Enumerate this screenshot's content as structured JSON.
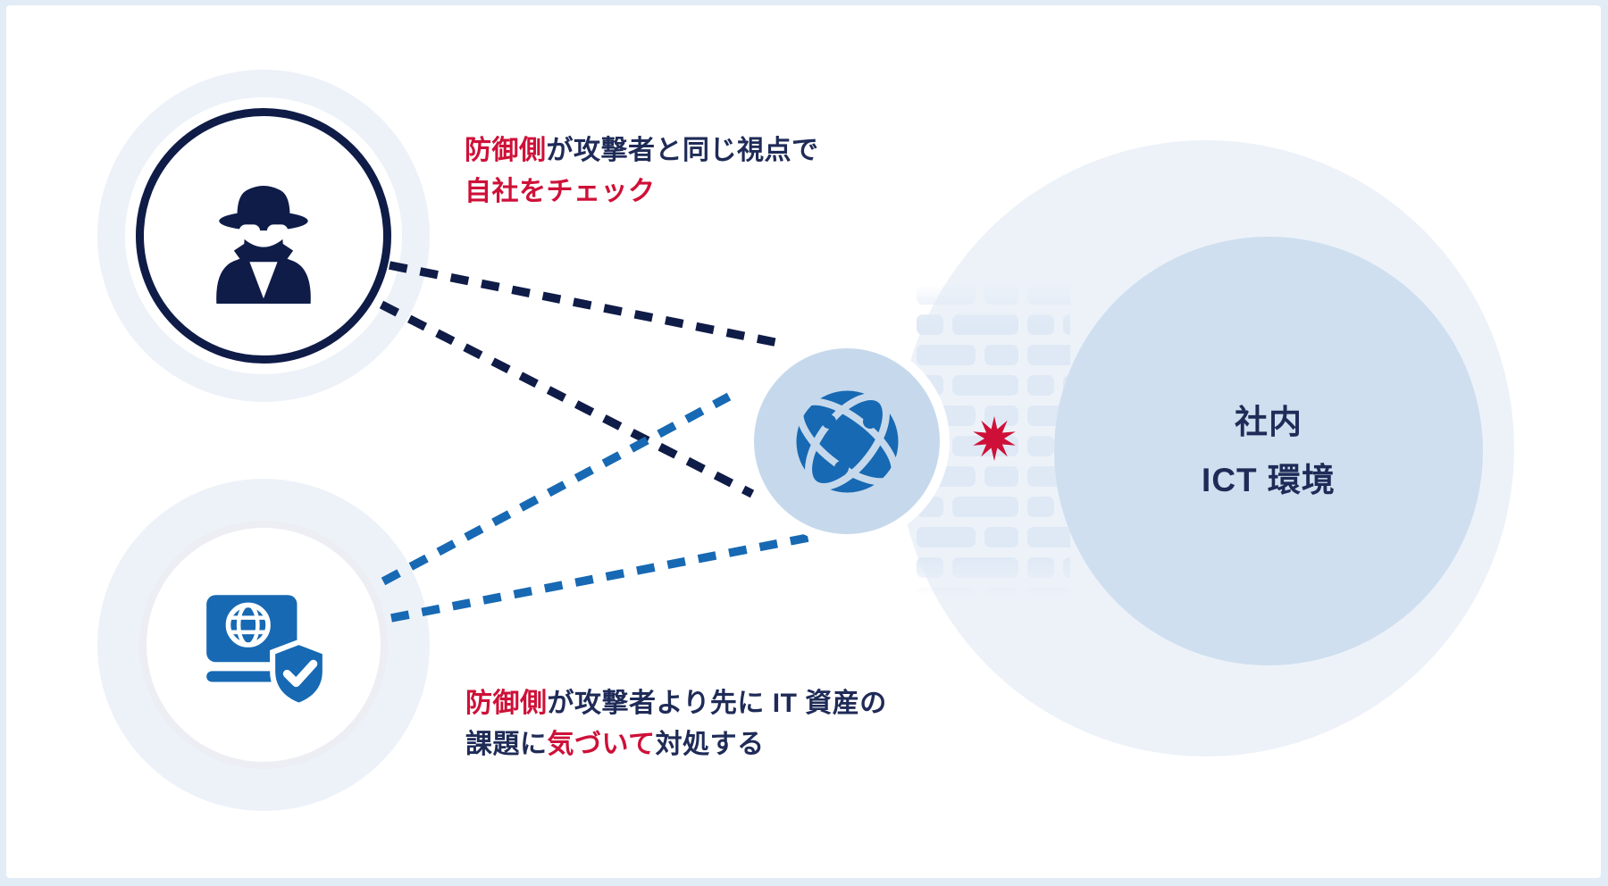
{
  "colors": {
    "frame_bg": "#e2ecf7",
    "panel_bg": "#ffffff",
    "halo_gray_blue": "#edf1f8",
    "navy": "#0f1c47",
    "text_navy": "#1f2b57",
    "accent_red": "#ce1038",
    "brand_blue": "#1769b3",
    "outer_circle": "#edf2f9",
    "brick": "#dfe9f5",
    "inner_circle": "#cfdfef",
    "globe_circle_bg": "#c6d9ec"
  },
  "icons": {
    "attacker": "spy-icon",
    "defender_tool": "browser-shield-icon",
    "internet": "globe-network-icon",
    "attack_impact": "burst-star-icon",
    "firewall": "brick-wall-pattern"
  },
  "annotation_top": {
    "line1_red": "防御側",
    "line1_navy": "が攻撃者と同じ視点で",
    "line2_red": "自社をチェック"
  },
  "annotation_bottom": {
    "line1_red": "防御側",
    "line1_navy": "が攻撃者より先に IT 資産の",
    "line2_navy_a": "課題に",
    "line2_red": "気づいて",
    "line2_navy_b": "対処する"
  },
  "ict_environment": {
    "line1": "社内",
    "line2": "ICT 環境"
  }
}
